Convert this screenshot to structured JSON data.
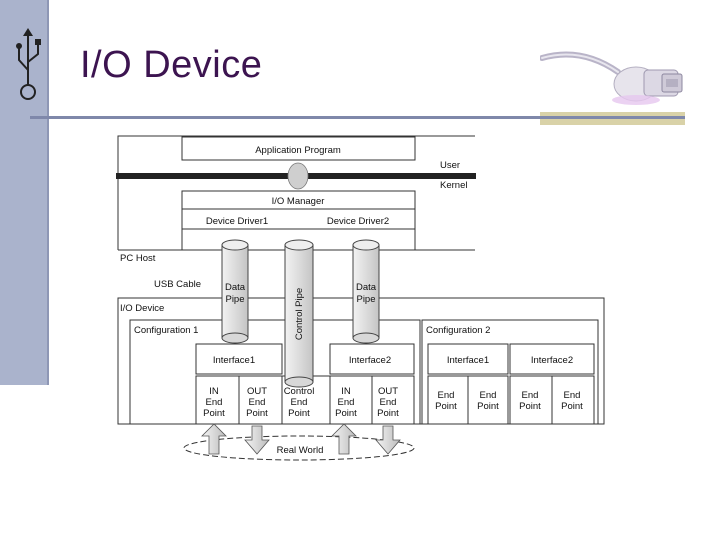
{
  "slide": {
    "title": "I/O Device",
    "accent_color": "#3c1450",
    "sidebar_color": "#aab3cc",
    "logo_icon": "usb-icon",
    "cable_icon": "usb-cable-icon"
  },
  "diagram": {
    "application_program": "Application Program",
    "user": "User",
    "kernel": "Kernel",
    "io_manager": "I/O Manager",
    "device_driver1": "Device Driver1",
    "device_driver2": "Device Driver2",
    "pc_host": "PC Host",
    "usb_cable": "USB Cable",
    "io_device": "I/O Device",
    "configuration1": "Configuration 1",
    "configuration2": "Configuration 2",
    "interface1": "Interface1",
    "interface2": "Interface2",
    "data_pipe_1": "Data",
    "data_pipe_2": "Pipe",
    "control_pipe": "Control Pipe",
    "endpoints": {
      "in_line1": "IN",
      "out_line1": "OUT",
      "control_line1": "Control",
      "end": "End",
      "point": "Point"
    },
    "real_world": "Real World"
  }
}
